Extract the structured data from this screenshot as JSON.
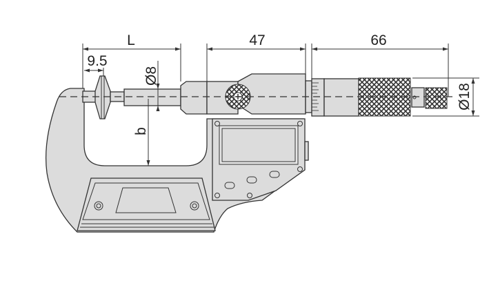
{
  "title": "Digital micrometer with disc anvils — dimension drawing",
  "dimensions": {
    "L": "L",
    "disc_offset": "9.5",
    "spindle_diameter": "Ø8",
    "depth": "b",
    "head_length": "47",
    "thimble_length": "66",
    "thimble_diameter": "Ø18"
  },
  "colors": {
    "body": "#dcdcdc",
    "line": "#333333"
  }
}
